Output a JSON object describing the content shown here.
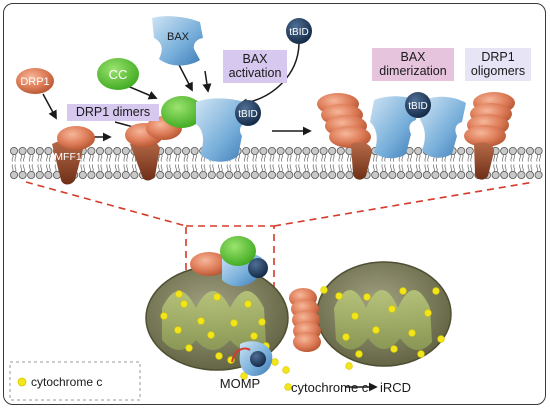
{
  "labels": {
    "drp1": "DRP1",
    "cc": "CC",
    "bax": "BAX",
    "tbid_top": "tBID",
    "tbid_bound": "tBID",
    "tbid_dimer": "tBID",
    "mff1": "MFF1",
    "drp1_dimers": "DRP1 dimers",
    "bax_activation_line1": "BAX",
    "bax_activation_line2": "activation",
    "bax_dimerization_line1": "BAX",
    "bax_dimerization_line2": "dimerization",
    "drp1_oligomers_line1": "DRP1",
    "drp1_oligomers_line2": "oligomers",
    "momp": "MOMP",
    "cytochrome_c": "cytochrome c",
    "ircd": "iRCD",
    "legend_cytochrome_c": "cytochrome c"
  },
  "colors": {
    "drp1": "#d8744f",
    "cc": "#5cc43a",
    "bax": "#5f9fd3",
    "tbid": "#1d3a5c",
    "mff1": "#8a4326",
    "cytochrome_c": "#f2e51a",
    "tag_purple": "#d7c8ef",
    "tag_pink": "#e7c4dd",
    "tag_lavender": "#e6e4f5",
    "zoom_lines": "#d63a2a",
    "mitochondrion": "#7d7e59"
  }
}
